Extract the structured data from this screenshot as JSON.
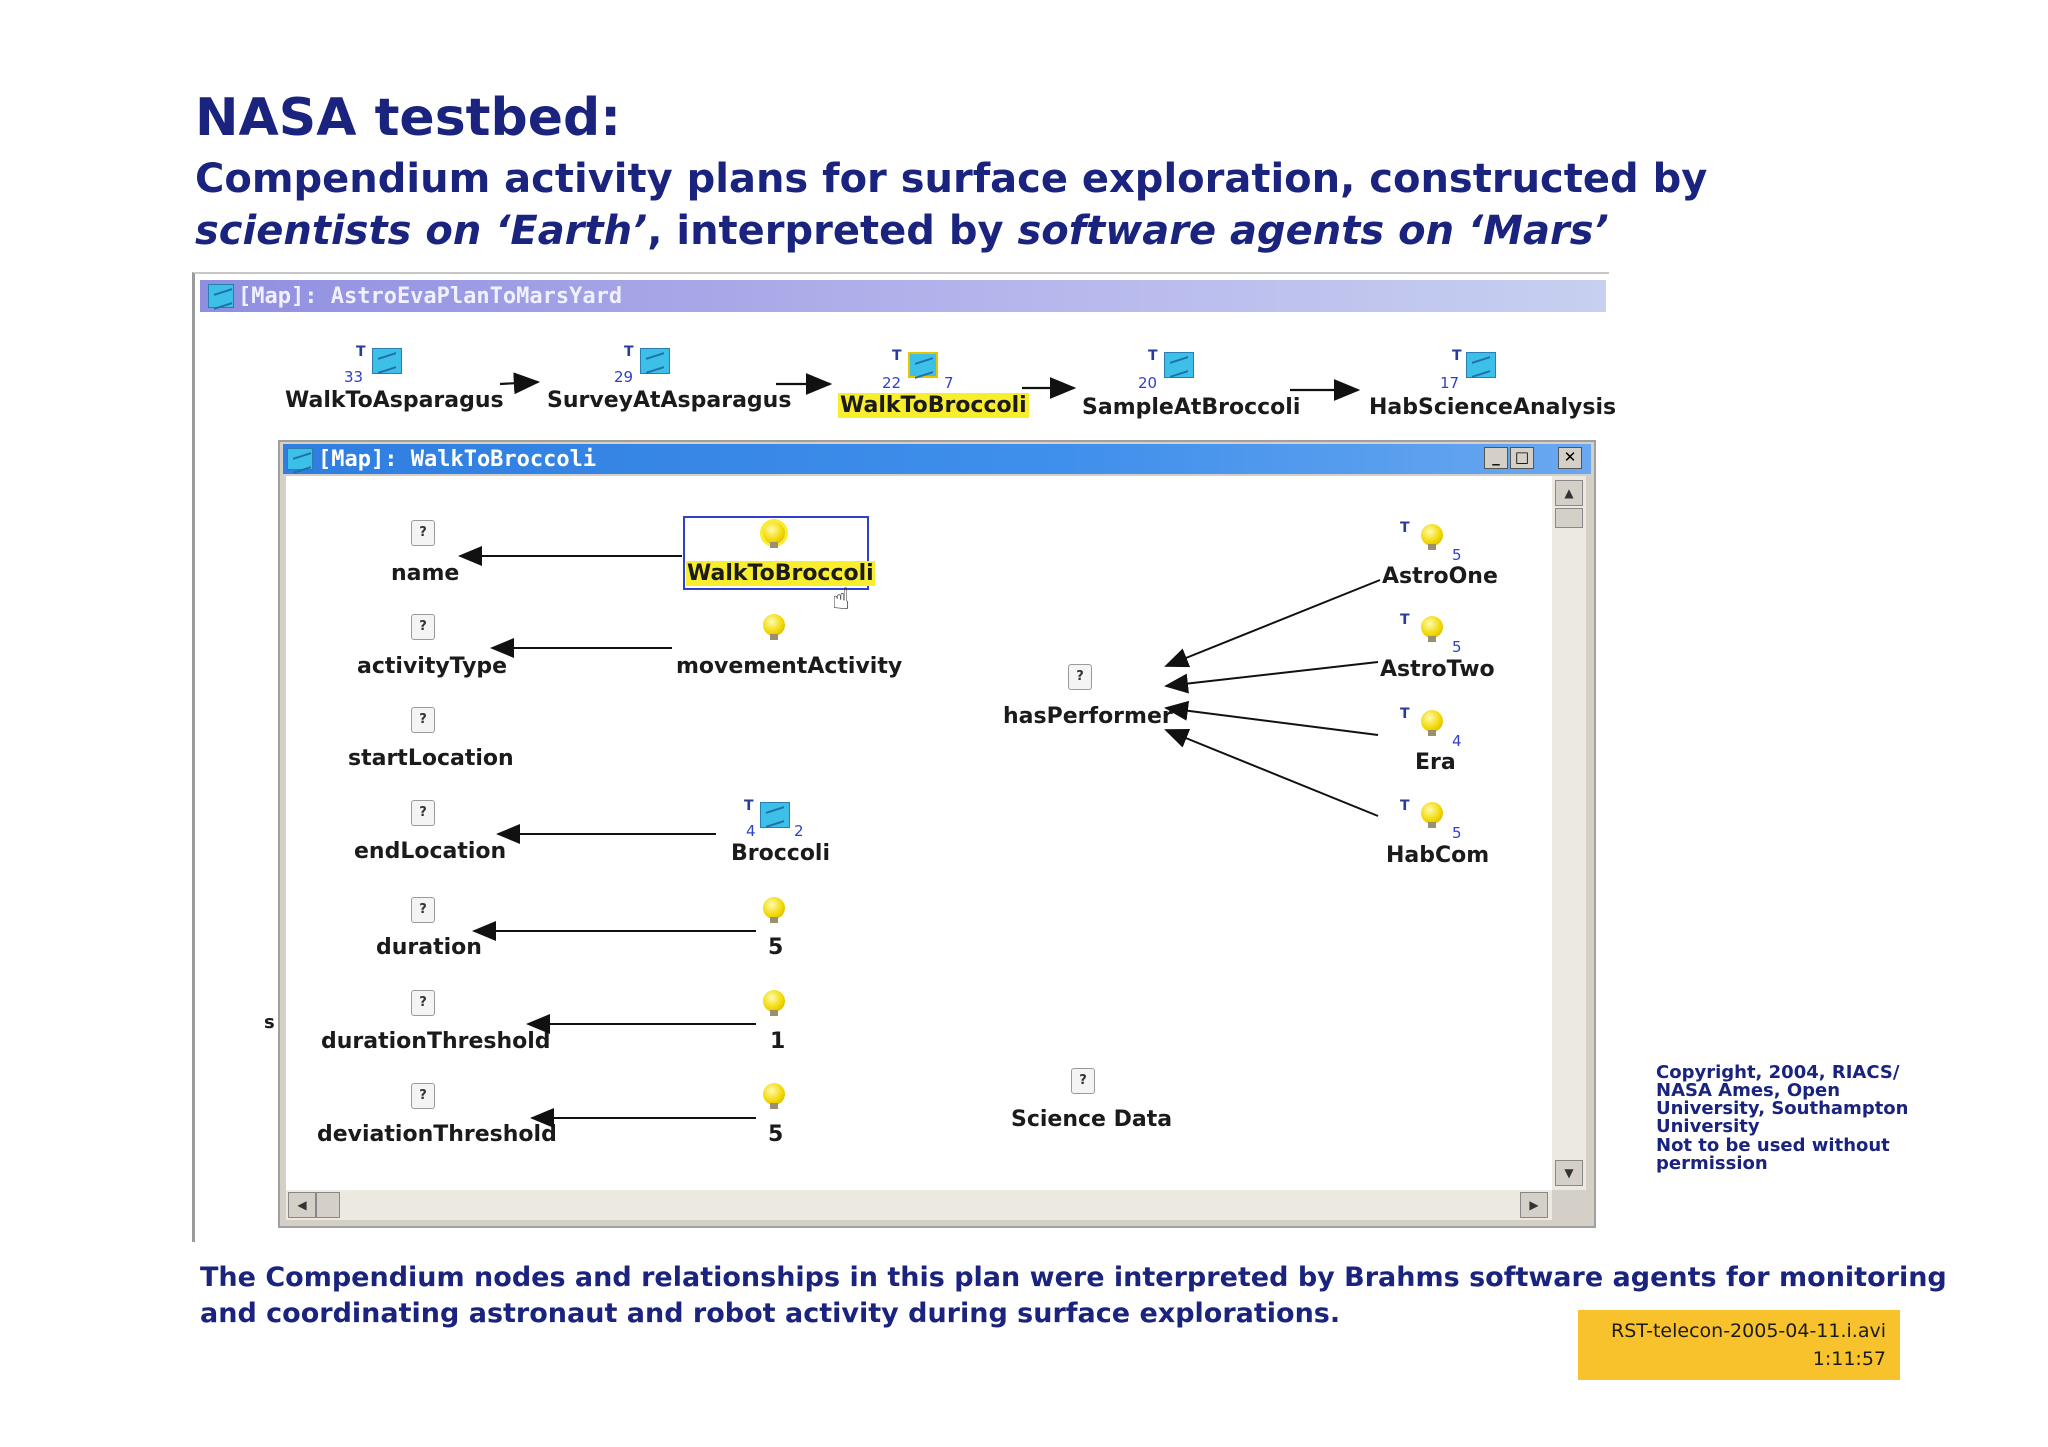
{
  "slide": {
    "title": "NASA testbed:",
    "subtitle_line1": "Compendium activity plans for surface exploration, constructed by",
    "subtitle_line2_a": "scientists on ‘Earth’",
    "subtitle_line2_b": ", interpreted by ",
    "subtitle_line2_c": "software agents on ‘Mars’",
    "caption_line1": "The Compendium nodes and relationships in this plan were interpreted by Brahms software agents for monitoring",
    "caption_line2": "and coordinating astronaut and robot activity during surface explorations.",
    "copyright": [
      "Copyright, 2004, RIACS/",
      "NASA Ames, Open",
      "University, Southampton",
      "University",
      "Not to be used without",
      "permission"
    ],
    "badge_line1": "RST-telecon-2005-04-11.i.avi",
    "badge_line2": "1:11:57"
  },
  "outer_window": {
    "title": "[Map]: AstroEvaPlanToMarsYard",
    "t_mark": "T",
    "nodes": [
      {
        "label": "WalkToAsparagus",
        "count": "33",
        "extra": ""
      },
      {
        "label": "SurveyAtAsparagus",
        "count": "29",
        "extra": ""
      },
      {
        "label": "WalkToBroccoli",
        "count": "22",
        "extra": "7"
      },
      {
        "label": "SampleAtBroccoli",
        "count": "20",
        "extra": ""
      },
      {
        "label": "HabScienceAnalysis",
        "count": "17",
        "extra": ""
      }
    ]
  },
  "inner_window": {
    "title": "[Map]: WalkToBroccoli",
    "buttons": {
      "minimize": "_",
      "maximize": "□",
      "close": "✕"
    },
    "question_mark": "?",
    "left_nodes": [
      "name",
      "activityType",
      "startLocation",
      "endLocation",
      "duration",
      "durationThreshold",
      "deviationThreshold"
    ],
    "mid_nodes": {
      "walk": "WalkToBroccoli",
      "movement": "movementActivity",
      "broccoli": "Broccoli",
      "broccoli_count": "4",
      "broccoli_extra": "2",
      "duration": "5",
      "durationThreshold": "1",
      "deviationThreshold": "5"
    },
    "center_node": "hasPerformer",
    "science_node": "Science Data",
    "performers": [
      {
        "label": "AstroOne",
        "count": "5"
      },
      {
        "label": "AstroTwo",
        "count": "5"
      },
      {
        "label": "Era",
        "count": "4"
      },
      {
        "label": "HabCom",
        "count": "5"
      }
    ],
    "stray_char": "s"
  },
  "icons": {
    "map_node": "map-node-icon",
    "idea_node": "lightbulb-icon",
    "question_node": "question-node-icon",
    "cursor": "hand-pointer-icon"
  }
}
